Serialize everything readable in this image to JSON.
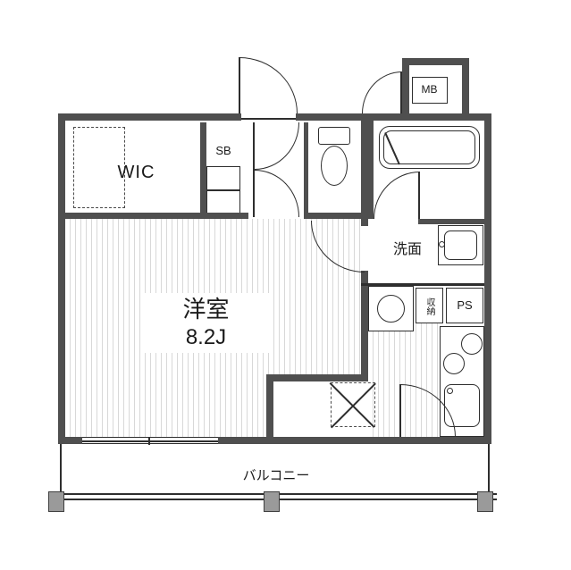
{
  "colors": {
    "wall": "#4f4f4f",
    "line": "#2e2e2e",
    "stripe": "#d8d8d8",
    "background": "#ffffff"
  },
  "rooms": {
    "wic": {
      "label": "WIC"
    },
    "shoe_box": {
      "label": "SB"
    },
    "meter_box": {
      "label": "MB"
    },
    "main_room": {
      "name": "洋室",
      "size": "8.2J"
    },
    "washroom": {
      "label": "洗面"
    },
    "storage": {
      "label": "収納"
    },
    "pipe_space": {
      "label": "PS"
    },
    "balcony": {
      "label": "バルコニー"
    }
  }
}
